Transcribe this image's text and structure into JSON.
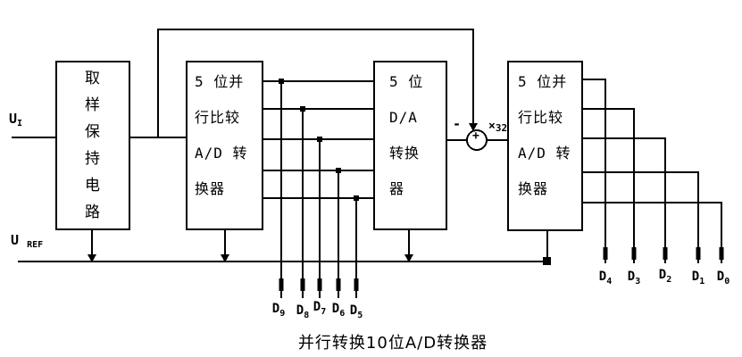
{
  "diagram": {
    "caption": "并行转换10位A/D转换器",
    "colors": {
      "line": "#000000",
      "background": "#ffffff"
    },
    "signals": {
      "input": {
        "base": "U",
        "sub": "I"
      },
      "ref": {
        "base": "U",
        "sub": "REF"
      },
      "minus": "-",
      "plus": "+",
      "gain": {
        "times": "×",
        "value": "32"
      }
    },
    "blocks": {
      "sample_hold": {
        "chars": [
          "取",
          "样",
          "保",
          "持",
          "电",
          "路"
        ]
      },
      "adc1": {
        "lines": [
          "5 位并",
          "行比较",
          "A/D 转",
          "换器"
        ]
      },
      "dac": {
        "lines": [
          "5 位",
          "D/A",
          "转换",
          "器"
        ]
      },
      "adc2": {
        "lines": [
          "5 位并",
          "行比较",
          "A/D 转",
          "换器"
        ]
      }
    },
    "outputs_high": [
      {
        "base": "D",
        "sub": "9"
      },
      {
        "base": "D",
        "sub": "8"
      },
      {
        "base": "D",
        "sub": "7"
      },
      {
        "base": "D",
        "sub": "6"
      },
      {
        "base": "D",
        "sub": "5"
      }
    ],
    "outputs_low": [
      {
        "base": "D",
        "sub": "4"
      },
      {
        "base": "D",
        "sub": "3"
      },
      {
        "base": "D",
        "sub": "2"
      },
      {
        "base": "D",
        "sub": "1"
      },
      {
        "base": "D",
        "sub": "0"
      }
    ]
  }
}
